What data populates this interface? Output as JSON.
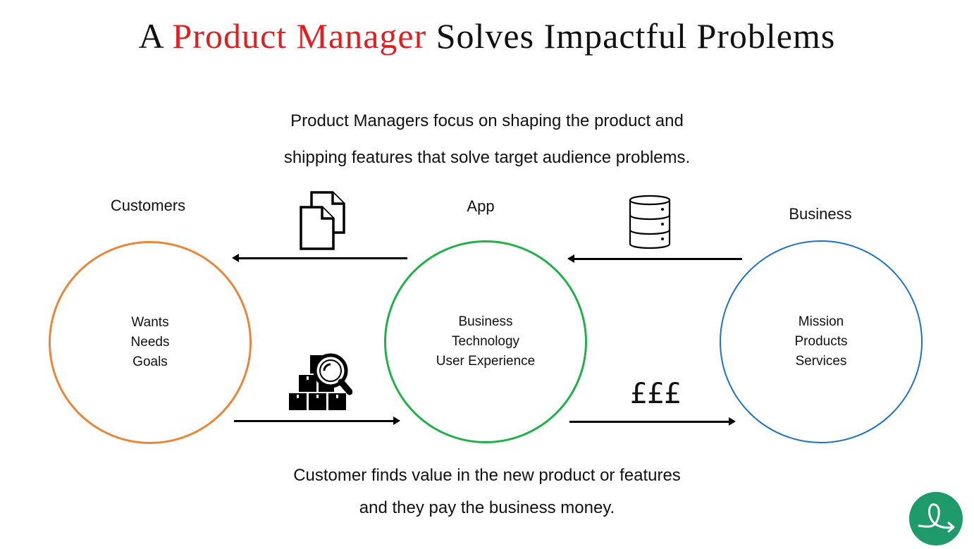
{
  "title": {
    "prefix": "A ",
    "highlight": "Product Manager",
    "suffix": " Solves Impactful Problems",
    "highlight_color": "#e02020"
  },
  "intro": {
    "line1": "Product Managers focus on shaping the product and",
    "line2": "shipping features that solve  target audience problems."
  },
  "nodes": {
    "customers": {
      "label": "Customers",
      "items": [
        "Wants",
        "Needs",
        "Goals"
      ],
      "color": "#e8863a"
    },
    "app": {
      "label": "App",
      "items": [
        "Business",
        "Technology",
        "User Experience"
      ],
      "color": "#22b04b"
    },
    "business": {
      "label": "Business",
      "items": [
        "Mission",
        "Products",
        "Services"
      ],
      "color": "#1f73c0"
    }
  },
  "flows": {
    "app_to_customers_icon": "documents-icon",
    "business_to_app_icon": "database-icon",
    "customers_to_app_icon": "product-research-icon",
    "app_to_business_label": "£££"
  },
  "footer": {
    "line1": "Customer finds value in the new product or features",
    "line2": "and they pay the business money."
  },
  "logo": {
    "icon": "loop-arrow-logo-icon",
    "color": "#1f9a6a"
  }
}
